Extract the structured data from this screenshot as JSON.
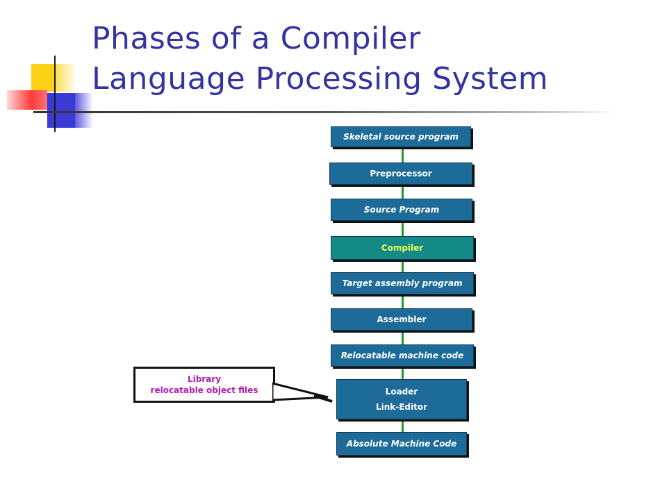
{
  "slide": {
    "title_line1": "Phases of a Compiler",
    "title_line2": "Language Processing System"
  },
  "diagram": {
    "steps": [
      "Skeletal source program",
      "Preprocessor",
      "Source Program",
      "Compiler",
      "Target assembly program",
      "Assembler",
      "Relocatable machine code",
      "Loader",
      "Link-Editor",
      "Absolute Machine Code"
    ],
    "library": {
      "line1": "Library",
      "line2": "relocatable object files"
    }
  },
  "colors": {
    "title": "#3333a1",
    "box": "#1d6b98",
    "compiler_box": "#138a86",
    "compiler_text": "#f5ff5a",
    "connector": "#1e9a2a",
    "library_text": "#b21ab2"
  }
}
